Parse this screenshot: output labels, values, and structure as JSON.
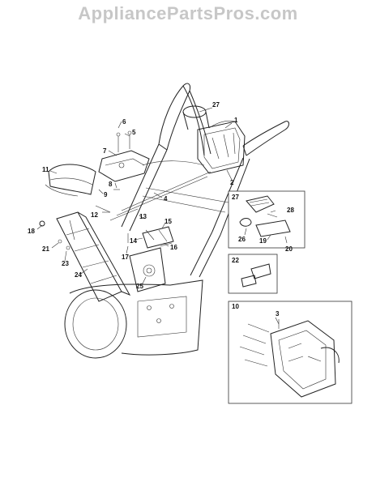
{
  "watermark": "AppliancePartsPros.com",
  "callouts": {
    "c1": "1",
    "c2": "2",
    "c3": "3",
    "c4": "4",
    "c5": "5",
    "c6": "6",
    "c7": "7",
    "c8": "8",
    "c9": "9",
    "c10": "10",
    "c11": "11",
    "c12": "12",
    "c13": "13",
    "c14": "14",
    "c15": "15",
    "c16": "16",
    "c17": "17",
    "c18": "18",
    "c19": "19",
    "c20": "20",
    "c21": "21",
    "c22": "22",
    "c23": "23",
    "c24": "24",
    "c25": "25",
    "c26": "26",
    "c27_main": "27",
    "c27_box": "27",
    "c28": "28"
  }
}
